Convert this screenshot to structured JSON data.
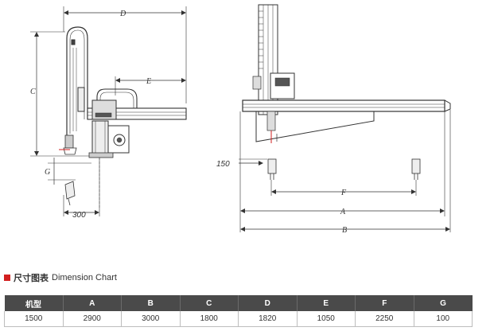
{
  "drawing": {
    "side_view": {
      "dim_D": "D",
      "dim_E": "E",
      "dim_C": "C",
      "dim_G": "G",
      "dim_300": "300"
    },
    "front_view": {
      "dim_150": "150",
      "dim_F": "F",
      "dim_A": "A",
      "dim_B": "B"
    }
  },
  "section": {
    "title_cn": "尺寸图表",
    "title_en": "Dimension Chart",
    "marker_color": "#d21f1f"
  },
  "table": {
    "headers": [
      "机型",
      "A",
      "B",
      "C",
      "D",
      "E",
      "F",
      "G"
    ],
    "rows": [
      [
        "1500",
        "2900",
        "3000",
        "1800",
        "1820",
        "1050",
        "2250",
        "100"
      ]
    ]
  }
}
